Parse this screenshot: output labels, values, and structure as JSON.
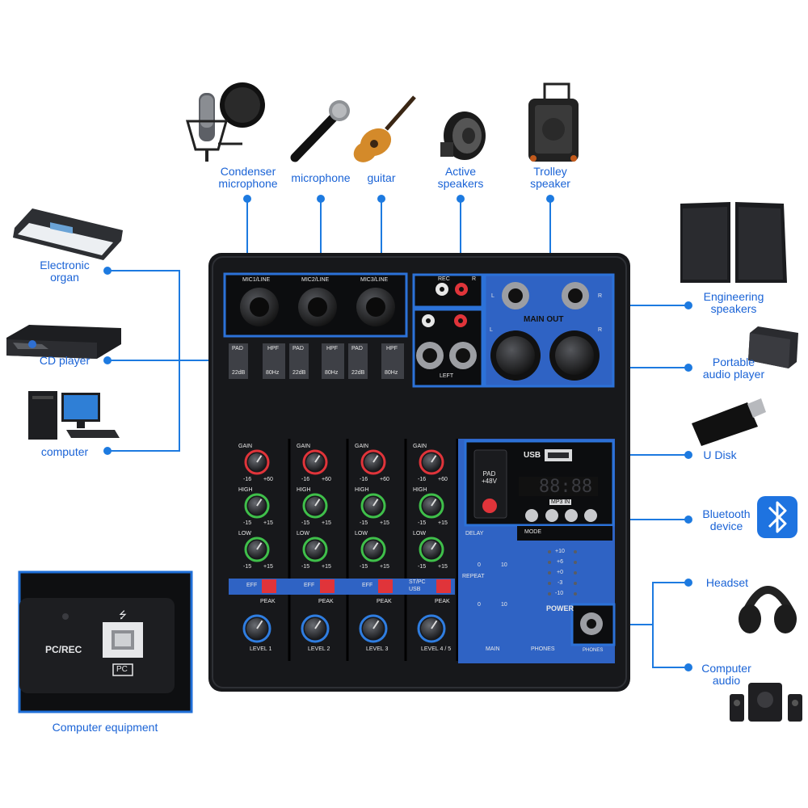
{
  "theme": {
    "label_color": "#1a63d6",
    "line_color": "#1d7ae0",
    "mixer_body": "#17181b",
    "panel_blue": "#2f63c4",
    "knob_red": "#e0343a",
    "knob_green": "#3fbf4a",
    "knob_blue": "#2f7de0",
    "knob_orange": "#e8722a"
  },
  "labels": {
    "condenser_mic": [
      "Condenser",
      "microphone"
    ],
    "microphone": [
      "microphone"
    ],
    "guitar": [
      "guitar"
    ],
    "active_speakers": [
      "Active",
      "speakers"
    ],
    "trolley_speaker": [
      "Trolley",
      "speaker"
    ],
    "electronic_organ": [
      "Electronic",
      "organ"
    ],
    "cd_player": [
      "CD player"
    ],
    "computer": [
      "computer"
    ],
    "engineering_speakers": [
      "Engineering",
      "speakers"
    ],
    "portable_audio_player": [
      "Portable",
      "audio player"
    ],
    "u_disk": [
      "U Disk"
    ],
    "bluetooth_device": [
      "Bluetooth",
      "device"
    ],
    "headset": [
      "Headset"
    ],
    "computer_audio": [
      "Computer",
      "audio"
    ],
    "computer_equipment": [
      "Computer equipment"
    ]
  },
  "inset": {
    "port_label": "PC/REC",
    "pc_badge": "PC"
  },
  "mixer": {
    "inputs": [
      "MIC1/LINE",
      "MIC2/LINE",
      "MIC3/LINE"
    ],
    "switches": [
      "PAD",
      "22dB",
      "HPF",
      "80Hz",
      "PAD",
      "22dB",
      "HPF",
      "80Hz",
      "PAD",
      "22dB",
      "HPF",
      "80Hz"
    ],
    "rca_top": "REC",
    "rca_right": "R",
    "left_label": "LEFT",
    "main_out": "MAIN OUT",
    "ch_l": "L",
    "ch_r": "R",
    "gain": "GAIN",
    "gain_min": "-16",
    "gain_max": "+60",
    "high": "HIGH",
    "low": "LOW",
    "eq_min": "-15",
    "eq_max": "+15",
    "eff": "EFF",
    "peak": "PEAK",
    "st_pc": "ST/PC",
    "usb_small": "USB",
    "levels": [
      "LEVEL 1",
      "LEVEL 2",
      "LEVEL 3",
      "LEVEL 4 / 5"
    ],
    "usb": "USB",
    "pad_48v": [
      "PAD",
      "+48V"
    ],
    "mp3_in": "MP3 IN",
    "mode": "MODE",
    "delay": "DELAY",
    "repeat": "REPEAT",
    "fx_min": "0",
    "fx_max": "10",
    "meter": [
      "+10",
      "+6",
      "+0",
      "-3",
      "-10"
    ],
    "power": "POWER",
    "main": "MAIN",
    "phones": "PHONES"
  }
}
